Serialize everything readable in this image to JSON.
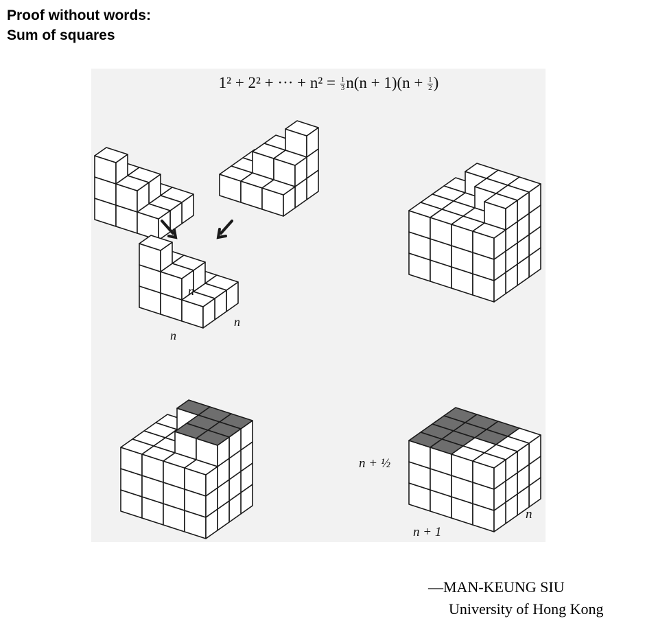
{
  "title": {
    "line1": "Proof without words:",
    "line2": "Sum of squares"
  },
  "formula": {
    "lhs": "1² + 2² + ··· + n² =",
    "frac1_num": "1",
    "frac1_den": "3",
    "middle": "n(n + 1)(n +",
    "frac2_num": "1",
    "frac2_den": "2",
    "end": ")"
  },
  "labels": {
    "pyramid_height": "n",
    "pyramid_side_right": "n",
    "pyramid_side_left": "n",
    "box_height": "n + ½",
    "box_width": "n + 1",
    "box_depth": "n"
  },
  "attribution": {
    "dash": "—",
    "author_name": "MAN-KEUNG SIU",
    "affiliation": "University of Hong Kong"
  },
  "colors": {
    "figure_background": "#f2f2f2",
    "line": "#1a1a1a",
    "cube_face": "#ffffff",
    "shaded_top": "#6e6e6e"
  }
}
